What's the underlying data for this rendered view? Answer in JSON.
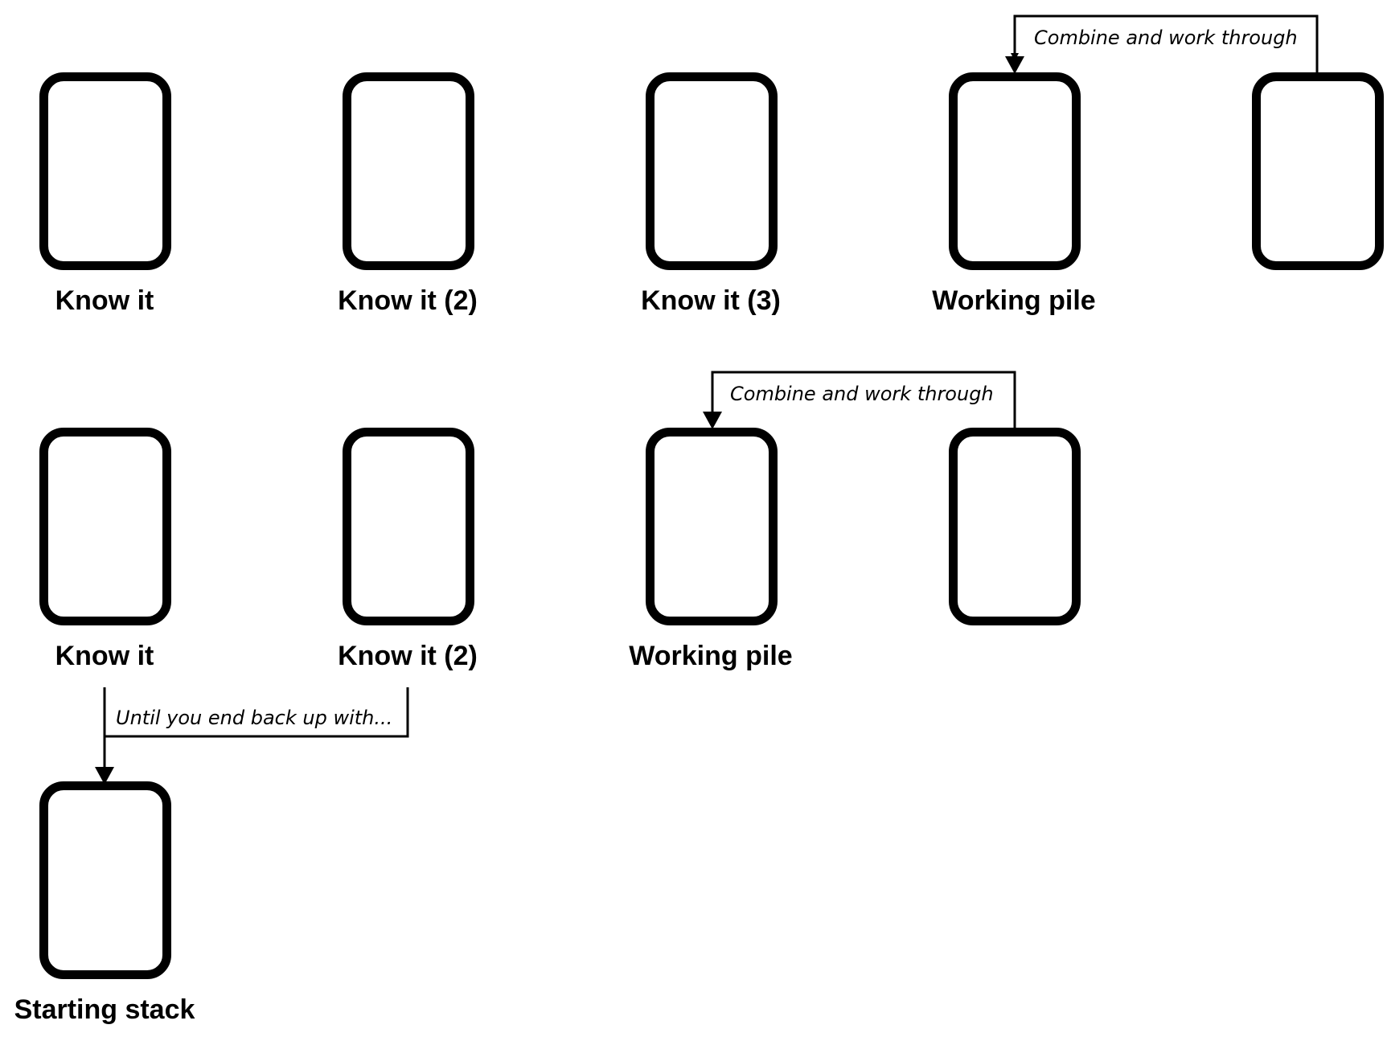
{
  "rows": {
    "top": {
      "cards": [
        {
          "label": "Know it"
        },
        {
          "label": "Know it (2)"
        },
        {
          "label": "Know it (3)"
        },
        {
          "label": "Working pile"
        },
        {
          "label": ""
        }
      ],
      "connector_label": "Combine and work through"
    },
    "middle": {
      "cards": [
        {
          "label": "Know it"
        },
        {
          "label": "Know it (2)"
        },
        {
          "label": "Working pile"
        },
        {
          "label": ""
        }
      ],
      "connector_label": "Combine and work through"
    },
    "bottom": {
      "cards": [
        {
          "label": "Starting stack"
        }
      ],
      "connector_label": "Until you end back up with..."
    }
  }
}
